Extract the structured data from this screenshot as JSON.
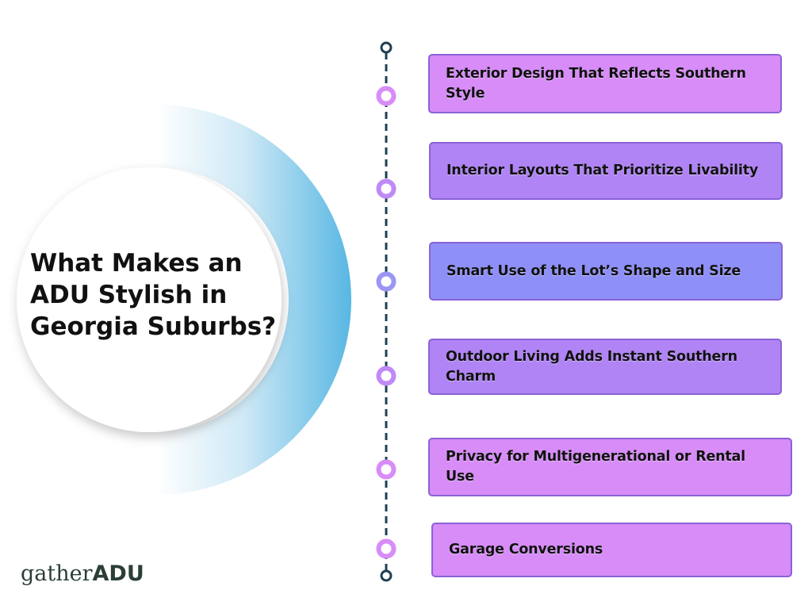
{
  "title": [
    "What Makes an",
    "ADU Stylish in",
    "Georgia Suburbs?"
  ],
  "items": [
    {
      "label": "Exterior Design That Reflects Southern Style",
      "lines": [
        "Exterior Design That Reflects Southern",
        "Style"
      ],
      "color": "#d78cf8",
      "node": "#d78cf8"
    },
    {
      "label": "Interior Layouts That Prioritize Livability",
      "lines": [
        "Interior Layouts That Prioritize Livability"
      ],
      "color": "#b084f5",
      "node": "#c08af6"
    },
    {
      "label": "Smart Use of the Lot’s Shape and Size",
      "lines": [
        "Smart Use of the Lot’s Shape and Size"
      ],
      "color": "#8e8ff7",
      "node": "#9b96f4"
    },
    {
      "label": "Outdoor Living Adds Instant Southern Charm",
      "lines": [
        "Outdoor Living Adds Instant Southern",
        "Charm"
      ],
      "color": "#b084f5",
      "node": "#c08af6"
    },
    {
      "label": "Privacy for Multigenerational or Rental Use",
      "lines": [
        "Privacy for Multigenerational or Rental",
        "Use"
      ],
      "color": "#d78cf8",
      "node": "#d78cf8"
    },
    {
      "label": "Garage Conversions",
      "lines": [
        "Garage Conversions"
      ],
      "color": "#d78cf8",
      "node": "#d78cf8"
    }
  ],
  "logo": {
    "part1": "gather",
    "part2": "ADU"
  },
  "colors": {
    "timeline": "#1f4152",
    "arc_light": "#eaf5fb",
    "arc_dark": "#5ab8e4",
    "card_border": "#8a62d6"
  }
}
